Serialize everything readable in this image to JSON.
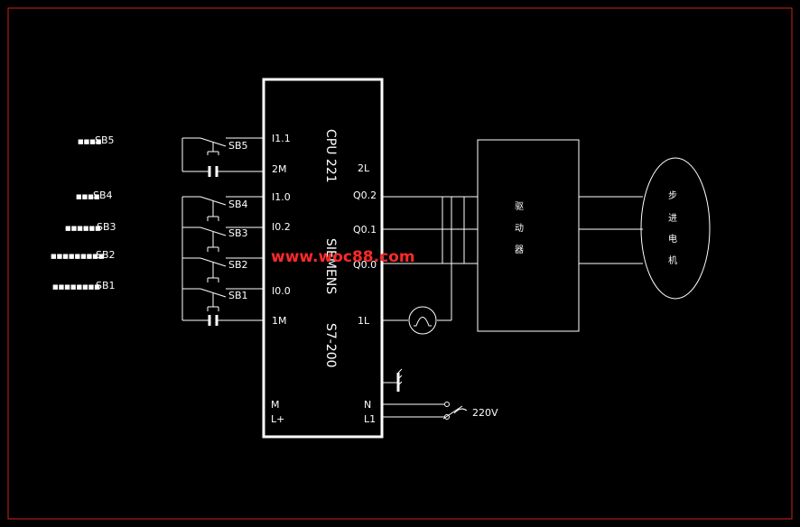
{
  "plc": {
    "model": "CPU 221",
    "brand": "SIEMENS",
    "series": "S7-200",
    "inputs": {
      "i11": "I1.1",
      "m2": "2M",
      "i10": "I1.0",
      "i02": "I0.2",
      "i00": "I0.0",
      "m1": "1M",
      "m": "M",
      "lplus": "L+"
    },
    "outputs": {
      "l2": "2L",
      "q02": "Q0.2",
      "q01": "Q0.1",
      "q00": "Q0.0",
      "l1": "1L",
      "n": "N",
      "line1": "L1"
    }
  },
  "buttons": {
    "sb5": "SB5",
    "sb4": "SB4",
    "sb3": "SB3",
    "sb2": "SB2",
    "sb1": "SB1"
  },
  "left_labels": {
    "sb5": "SB5",
    "sb4": "SB4",
    "sb3": "SB3",
    "sb2": "SB2",
    "sb1": "SB1"
  },
  "driver": {
    "chars": [
      "驱",
      "动",
      "器"
    ]
  },
  "motor": {
    "chars": [
      "步",
      "进",
      "电",
      "机"
    ]
  },
  "power": {
    "voltage": "220V"
  },
  "watermark": "www.woc88.com",
  "colors": {
    "border": "#cc2222",
    "lines": "#ffffff",
    "watermark": "#ff2a2a",
    "background": "#000000"
  }
}
